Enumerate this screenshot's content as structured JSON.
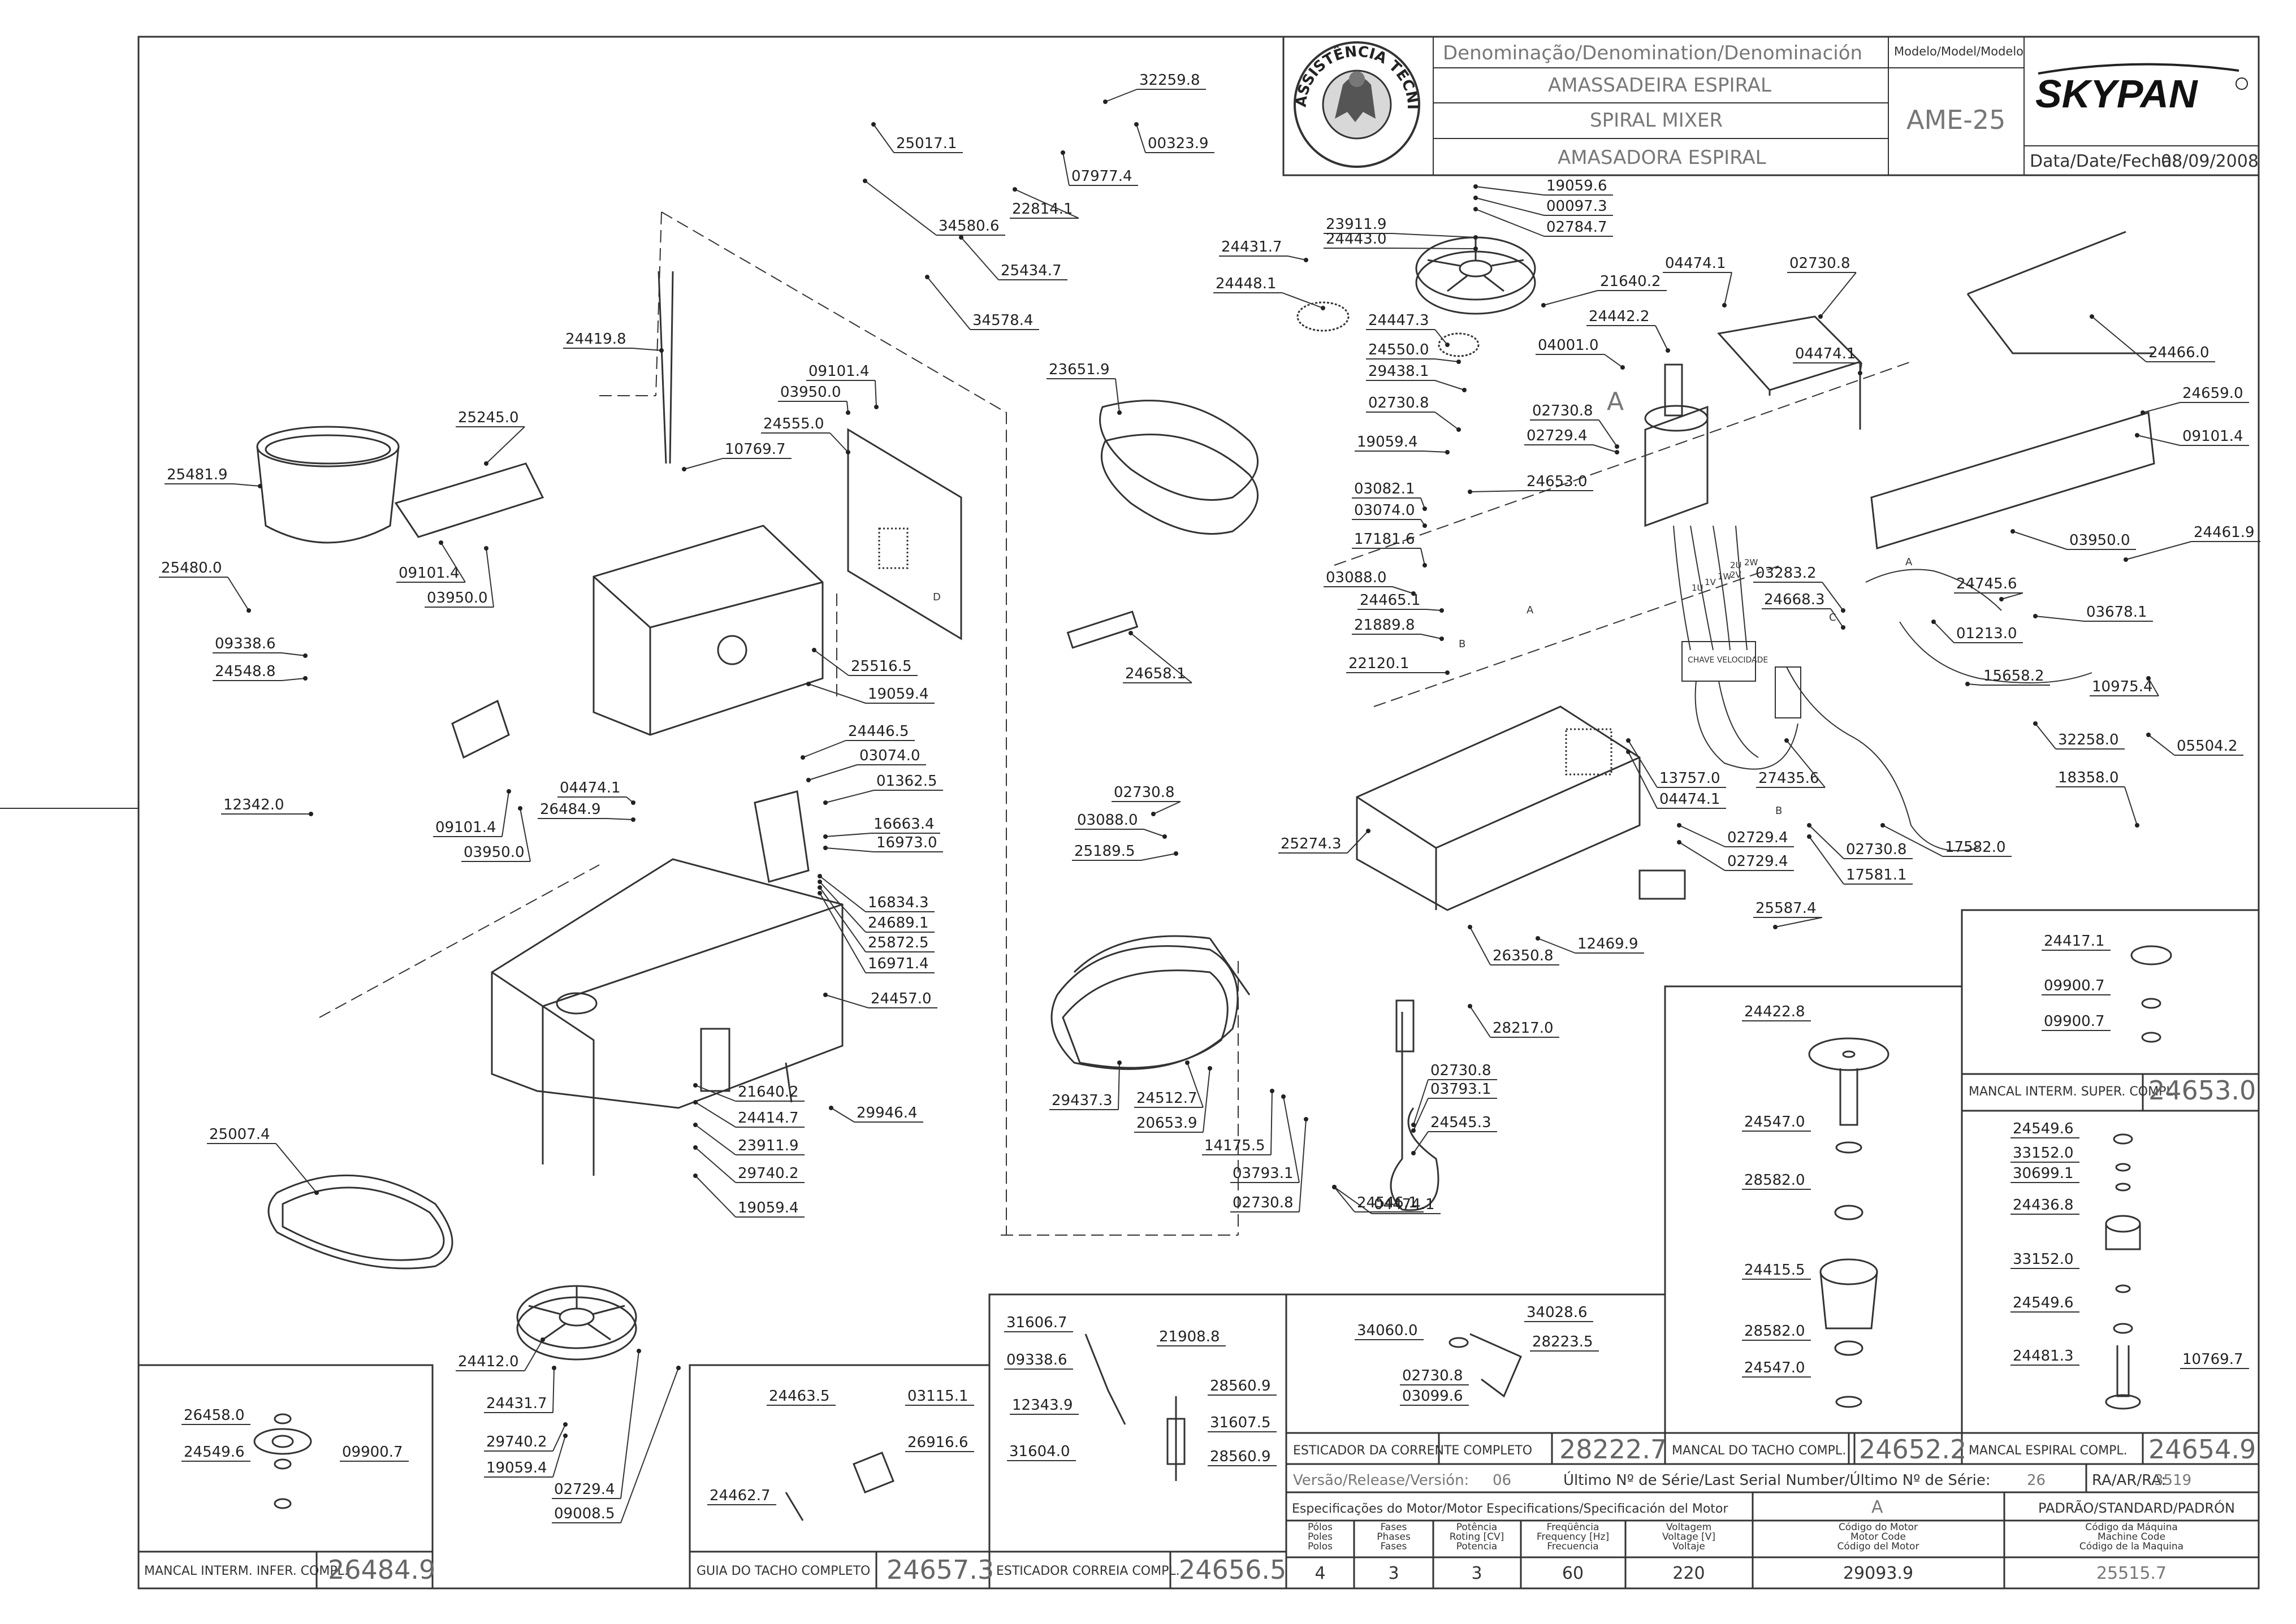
{
  "title_block": {
    "denomination_header": "Denominação/Denomination/Denominación",
    "name_pt": "AMASSADEIRA ESPIRAL",
    "name_en": "SPIRAL MIXER",
    "name_es": "AMASADORA ESPIRAL",
    "model_header": "Modelo/Model/Modelo",
    "model": "AME-25",
    "brand": "SKYPAN",
    "date_label": "Data/Date/Fecha:",
    "date": "08/09/2008",
    "seal_text": "ASSISTÊNCIA TÉCNICA AUTORIZADA"
  },
  "parts": [
    {
      "num": "32259.8"
    },
    {
      "num": "25017.1"
    },
    {
      "num": "00323.9"
    },
    {
      "num": "07977.4"
    },
    {
      "num": "22814.1"
    },
    {
      "num": "34580.6"
    },
    {
      "num": "25434.7"
    },
    {
      "num": "34578.4"
    },
    {
      "num": "24419.8"
    },
    {
      "num": "09101.4"
    },
    {
      "num": "03950.0"
    },
    {
      "num": "25245.0"
    },
    {
      "num": "24555.0"
    },
    {
      "num": "10769.7"
    },
    {
      "num": "25481.9"
    },
    {
      "num": "09101.4"
    },
    {
      "num": "03950.0"
    },
    {
      "num": "25480.0"
    },
    {
      "num": "09338.6"
    },
    {
      "num": "24548.8"
    },
    {
      "num": "25516.5"
    },
    {
      "num": "19059.4"
    },
    {
      "num": "24446.5"
    },
    {
      "num": "03074.0"
    },
    {
      "num": "01362.5"
    },
    {
      "num": "12342.0"
    },
    {
      "num": "04474.1"
    },
    {
      "num": "26484.9"
    },
    {
      "num": "09101.4"
    },
    {
      "num": "03950.0"
    },
    {
      "num": "16663.4"
    },
    {
      "num": "16973.0"
    },
    {
      "num": "16834.3"
    },
    {
      "num": "24689.1"
    },
    {
      "num": "25872.5"
    },
    {
      "num": "16971.4"
    },
    {
      "num": "24457.0"
    },
    {
      "num": "21640.2"
    },
    {
      "num": "24414.7"
    },
    {
      "num": "23911.9"
    },
    {
      "num": "29740.2"
    },
    {
      "num": "19059.4"
    },
    {
      "num": "29946.4"
    },
    {
      "num": "25007.4"
    },
    {
      "num": "24412.0"
    },
    {
      "num": "24431.7"
    },
    {
      "num": "29740.2"
    },
    {
      "num": "19059.4"
    },
    {
      "num": "02729.4"
    },
    {
      "num": "09008.5"
    },
    {
      "num": "23651.9"
    },
    {
      "num": "24658.1"
    },
    {
      "num": "19059.6"
    },
    {
      "num": "00097.3"
    },
    {
      "num": "02784.7"
    },
    {
      "num": "23911.9"
    },
    {
      "num": "24443.0"
    },
    {
      "num": "24431.7"
    },
    {
      "num": "24448.1"
    },
    {
      "num": "21640.2"
    },
    {
      "num": "24447.3"
    },
    {
      "num": "24550.0"
    },
    {
      "num": "29438.1"
    },
    {
      "num": "02730.8"
    },
    {
      "num": "19059.4"
    },
    {
      "num": "24442.2"
    },
    {
      "num": "04001.0"
    },
    {
      "num": "02730.8"
    },
    {
      "num": "02729.4"
    },
    {
      "num": "24653.0"
    },
    {
      "num": "03082.1"
    },
    {
      "num": "03074.0"
    },
    {
      "num": "17181.6"
    },
    {
      "num": "03088.0"
    },
    {
      "num": "24465.1"
    },
    {
      "num": "21889.8"
    },
    {
      "num": "22120.1"
    },
    {
      "num": "04474.1"
    },
    {
      "num": "02730.8"
    },
    {
      "num": "04474.1"
    },
    {
      "num": "24466.0"
    },
    {
      "num": "24659.0"
    },
    {
      "num": "09101.4"
    },
    {
      "num": "03950.0"
    },
    {
      "num": "24461.9"
    },
    {
      "num": "03283.2"
    },
    {
      "num": "24668.3"
    },
    {
      "num": "24745.6"
    },
    {
      "num": "03678.1"
    },
    {
      "num": "01213.0"
    },
    {
      "num": "15658.2"
    },
    {
      "num": "10975.4"
    },
    {
      "num": "05504.2"
    },
    {
      "num": "32258.0"
    },
    {
      "num": "27435.6"
    },
    {
      "num": "18358.0"
    },
    {
      "num": "13757.0"
    },
    {
      "num": "04474.1"
    },
    {
      "num": "02730.8"
    },
    {
      "num": "03088.0"
    },
    {
      "num": "25189.5"
    },
    {
      "num": "25274.3"
    },
    {
      "num": "02729.4"
    },
    {
      "num": "02729.4"
    },
    {
      "num": "02730.8"
    },
    {
      "num": "17581.1"
    },
    {
      "num": "17582.0"
    },
    {
      "num": "25587.4"
    },
    {
      "num": "12469.9"
    },
    {
      "num": "26350.8"
    },
    {
      "num": "28217.0"
    },
    {
      "num": "29437.3"
    },
    {
      "num": "24512.7"
    },
    {
      "num": "20653.9"
    },
    {
      "num": "14175.5"
    },
    {
      "num": "03793.1"
    },
    {
      "num": "02730.8"
    },
    {
      "num": "24546.1"
    },
    {
      "num": "04474.1"
    },
    {
      "num": "02730.8"
    },
    {
      "num": "03793.1"
    },
    {
      "num": "24545.3"
    }
  ],
  "subassemblies": [
    {
      "label": "MANCAL INTERM. INFER. COMPL.",
      "code": "26484.9",
      "parts": [
        "26458.0",
        "24549.6",
        "09900.7"
      ]
    },
    {
      "label": "GUIA DO TACHO COMPLETO",
      "code": "24657.3",
      "parts": [
        "24463.5",
        "03115.1",
        "26916.6",
        "24462.7"
      ]
    },
    {
      "label": "ESTICADOR CORREIA COMPL.",
      "code": "24656.5",
      "parts": [
        "31606.7",
        "21908.8",
        "09338.6",
        "12343.9",
        "28560.9",
        "31607.5",
        "31604.0",
        "28560.9"
      ]
    },
    {
      "label": "ESTICADOR DA CORRENTE COMPLETO",
      "code": "28222.7",
      "parts": [
        "34060.0",
        "34028.6",
        "28223.5",
        "02730.8",
        "03099.6"
      ]
    },
    {
      "label": "MANCAL DO TACHO COMPL.",
      "code": "24652.2",
      "parts": [
        "24422.8",
        "24547.0",
        "28582.0",
        "24415.5",
        "28582.0",
        "24547.0"
      ]
    },
    {
      "label": "MANCAL INTERM. SUPER. COMPL.",
      "code": "24653.0",
      "parts": [
        "24417.1",
        "09900.7",
        "09900.7"
      ]
    },
    {
      "label": "MANCAL ESPIRAL COMPL.",
      "code": "24654.9",
      "parts": [
        "24549.6",
        "33152.0",
        "30699.1",
        "24436.8",
        "33152.0",
        "24549.6",
        "24481.3",
        "10769.7"
      ]
    }
  ],
  "footer": {
    "version_label": "Versão/Release/Versión:",
    "version": "06",
    "serial_label": "Último Nº de Série/Last Serial Number/Último Nº de Série:",
    "serial": "26",
    "ra_label": "RA/AR/RA:",
    "ra": "3519",
    "motor_spec_header": "Especificações do Motor/Motor Especifications/Specificación del Motor",
    "motor_letter": "A",
    "standard_header": "PADRÃO/STANDARD/PADRÓN",
    "columns": [
      {
        "head": [
          "Pólos",
          "Poles",
          "Polos"
        ],
        "value": "4"
      },
      {
        "head": [
          "Fases",
          "Phases",
          "Fases"
        ],
        "value": "3"
      },
      {
        "head": [
          "Potência",
          "Roting [CV]",
          "Potencia"
        ],
        "value": "3"
      },
      {
        "head": [
          "Freqüência",
          "Frequency [Hz]",
          "Frecuencia"
        ],
        "value": "60"
      },
      {
        "head": [
          "Voltagem",
          "Voltage [V]",
          "Voltaje"
        ],
        "value": "220"
      },
      {
        "head": [
          "Código do Motor",
          "Motor Code",
          "Código del Motor"
        ],
        "value": "29093.9"
      },
      {
        "head": [
          "Código da Máquina",
          "Machine Code",
          "Código de la Maquina"
        ],
        "value": "25515.7"
      }
    ]
  },
  "wire_labels": {
    "u": "1U",
    "v": "1V",
    "w": "1W",
    "u2": "2U",
    "v2": "2V",
    "w2": "2W",
    "switch": "CHAVE VELOCIDADE"
  },
  "marks": {
    "a": "A",
    "b": "B",
    "c": "C",
    "d": "D"
  }
}
